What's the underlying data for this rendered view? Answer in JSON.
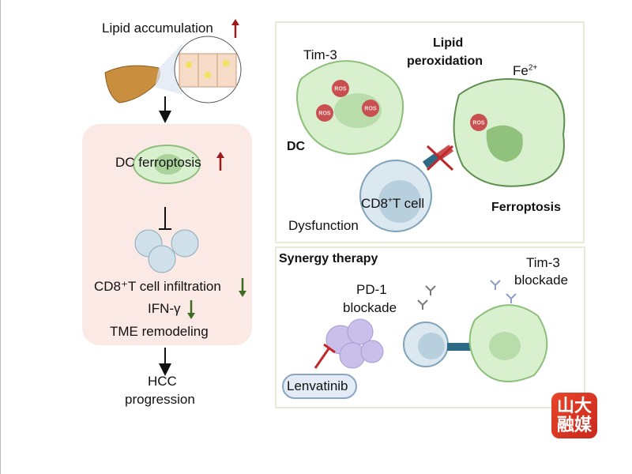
{
  "left": {
    "lipid_accumulation": "Lipid accumulation",
    "dc_ferroptosis": "DC ferroptosis",
    "cd8_infiltration": "CD8⁺T cell infiltration",
    "ifn": "IFN-γ",
    "tme": "TME remodeling",
    "hcc": "HCC",
    "progression": "progression"
  },
  "top_panel": {
    "tim3": "Tim-3",
    "lipid": "Lipid",
    "peroxidation": "peroxidation",
    "fe_base": "Fe",
    "fe_sup": "2+",
    "dc": "DC",
    "cd8_base": "CD8",
    "cd8_sup": "+",
    "cd8_rest": "T cell",
    "dysfunction": "Dysfunction",
    "ferroptosis": "Ferroptosis",
    "ros": "ROS"
  },
  "bottom_panel": {
    "title": "Synergy therapy",
    "pd1": "PD-1",
    "pd1_blockade": "blockade",
    "tim3": "Tim-3",
    "tim3_blockade": "blockade",
    "lenvatinib": "Lenvatinib"
  },
  "watermark": {
    "line1": "山大",
    "line2": "融媒"
  },
  "colors": {
    "up_arrow": "#9b1b1b",
    "down_arrow": "#3d6b1f",
    "cell_green": "#d9f0cf",
    "tcell_blue": "#cfe0ea",
    "panel_pink": "#fbe9e6"
  }
}
